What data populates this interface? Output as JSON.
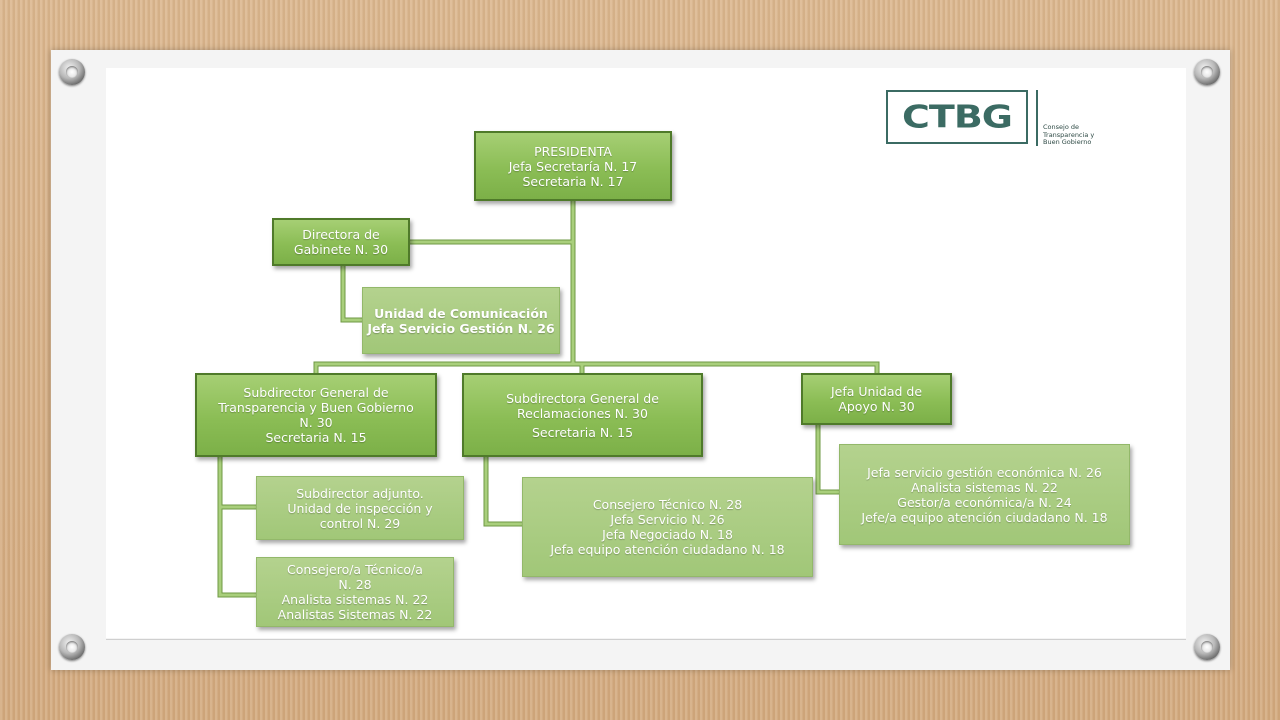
{
  "logo": {
    "mark": "CTBG",
    "text_lines": [
      "Consejo de",
      "Transparencia y",
      "Buen Gobierno"
    ],
    "color": "#3b6b63"
  },
  "colors": {
    "box_dark": "#8bbd55",
    "box_light": "#a1c778",
    "connector": "#9cc46e",
    "connector_border": "#4f7a2a"
  },
  "org": {
    "presidenta": [
      "PRESIDENTA",
      "Jefa Secretaría N. 17",
      "Secretaria N. 17"
    ],
    "gabinete": [
      "Directora de",
      "Gabinete N. 30"
    ],
    "comunicacion": [
      "Unidad de Comunicación",
      "Jefa Servicio Gestión N. 26"
    ],
    "transparencia": [
      "Subdirector General de",
      "Transparencia y Buen Gobierno",
      "N. 30",
      "Secretaria N. 15"
    ],
    "reclamaciones": [
      "Subdirectora General de",
      "Reclamaciones N. 30",
      "Secretaria N. 15"
    ],
    "apoyo": [
      "Jefa Unidad de",
      "Apoyo N. 30"
    ],
    "adjunto": [
      "Subdirector adjunto.",
      "Unidad de inspección y",
      "control N. 29"
    ],
    "consejero": [
      "Consejero/a Técnico/a",
      "N. 28",
      "Analista sistemas N. 22",
      "Analistas Sistemas N. 22"
    ],
    "tecnico": [
      "Consejero Técnico N. 28",
      "Jefa Servicio N. 26",
      "Jefa Negociado N. 18",
      "Jefa equipo atención ciudadano N. 18"
    ],
    "economica": [
      "Jefa servicio gestión económica N. 26",
      "Analista sistemas N. 22",
      "Gestor/a económica/a N. 24",
      "Jefe/a equipo atención ciudadano N. 18"
    ]
  }
}
